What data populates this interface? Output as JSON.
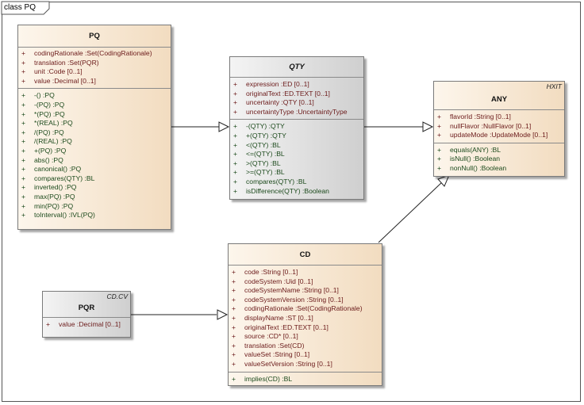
{
  "diagram": {
    "tab_label": "class PQ"
  },
  "classes": {
    "pq": {
      "name": "PQ",
      "attributes": [
        {
          "vis": "+",
          "text": "codingRationale  :Set(CodingRationale)"
        },
        {
          "vis": "+",
          "text": "translation  :Set(PQR)"
        },
        {
          "vis": "+",
          "text": "unit  :Code [0..1]"
        },
        {
          "vis": "+",
          "text": "value  :Decimal [0..1]"
        }
      ],
      "operations": [
        {
          "vis": "+",
          "text": "-()  :PQ"
        },
        {
          "vis": "+",
          "text": "-(PQ)  :PQ"
        },
        {
          "vis": "+",
          "text": "*(PQ)  :PQ"
        },
        {
          "vis": "+",
          "text": "*(REAL)  :PQ"
        },
        {
          "vis": "+",
          "text": "/(PQ)  :PQ"
        },
        {
          "vis": "+",
          "text": "/(REAL)  :PQ"
        },
        {
          "vis": "+",
          "text": "+(PQ)  :PQ"
        },
        {
          "vis": "+",
          "text": "abs()  :PQ"
        },
        {
          "vis": "+",
          "text": "canonical()  :PQ"
        },
        {
          "vis": "+",
          "text": "compares(QTY)  :BL"
        },
        {
          "vis": "+",
          "text": "inverted()  :PQ"
        },
        {
          "vis": "+",
          "text": "max(PQ)  :PQ"
        },
        {
          "vis": "+",
          "text": "min(PQ)  :PQ"
        },
        {
          "vis": "+",
          "text": "toInterval()  :IVL(PQ)"
        }
      ]
    },
    "qty": {
      "name": "QTY",
      "attributes": [
        {
          "vis": "+",
          "text": "expression  :ED [0..1]"
        },
        {
          "vis": "+",
          "text": "originalText  :ED.TEXT [0..1]"
        },
        {
          "vis": "+",
          "text": "uncertainty  :QTY [0..1]"
        },
        {
          "vis": "+",
          "text": "uncertaintyType  :UncertaintyType"
        }
      ],
      "operations": [
        {
          "vis": "+",
          "text": "-(QTY)  :QTY"
        },
        {
          "vis": "+",
          "text": "+(QTY)  :QTY"
        },
        {
          "vis": "+",
          "text": "<(QTY)  :BL"
        },
        {
          "vis": "+",
          "text": "<=(QTY)  :BL"
        },
        {
          "vis": "+",
          "text": ">(QTY)  :BL"
        },
        {
          "vis": "+",
          "text": ">=(QTY)  :BL"
        },
        {
          "vis": "+",
          "text": "compares(QTY)  :BL"
        },
        {
          "vis": "+",
          "text": "isDifference(QTY)  :Boolean"
        }
      ]
    },
    "any": {
      "name": "ANY",
      "stereotype": "HXIT",
      "attributes": [
        {
          "vis": "+",
          "text": "flavorId  :String [0..1]"
        },
        {
          "vis": "+",
          "text": "nullFlavor  :NullFlavor [0..1]"
        },
        {
          "vis": "+",
          "text": "updateMode  :UpdateMode [0..1]"
        }
      ],
      "operations": [
        {
          "vis": "+",
          "text": "equals(ANY)  :BL"
        },
        {
          "vis": "+",
          "text": "isNull()  :Boolean"
        },
        {
          "vis": "+",
          "text": "nonNull()  :Boolean"
        }
      ]
    },
    "pqr": {
      "name": "PQR",
      "stereotype": "CD.CV",
      "attributes": [
        {
          "vis": "+",
          "text": "value  :Decimal [0..1]"
        }
      ]
    },
    "cd": {
      "name": "CD",
      "attributes": [
        {
          "vis": "+",
          "text": "code  :String [0..1]"
        },
        {
          "vis": "+",
          "text": "codeSystem  :Uid [0..1]"
        },
        {
          "vis": "+",
          "text": "codeSystemName  :String [0..1]"
        },
        {
          "vis": "+",
          "text": "codeSystemVersion  :String [0..1]"
        },
        {
          "vis": "+",
          "text": "codingRationale  :Set(CodingRationale)"
        },
        {
          "vis": "+",
          "text": "displayName  :ST [0..1]"
        },
        {
          "vis": "+",
          "text": "originalText  :ED.TEXT [0..1]"
        },
        {
          "vis": "+",
          "text": "source  :CD* [0..1]"
        },
        {
          "vis": "+",
          "text": "translation  :Set(CD)"
        },
        {
          "vis": "+",
          "text": "valueSet  :String [0..1]"
        },
        {
          "vis": "+",
          "text": "valueSetVersion  :String [0..1]"
        }
      ],
      "operations": [
        {
          "vis": "+",
          "text": "implies(CD)  :BL"
        }
      ]
    }
  }
}
